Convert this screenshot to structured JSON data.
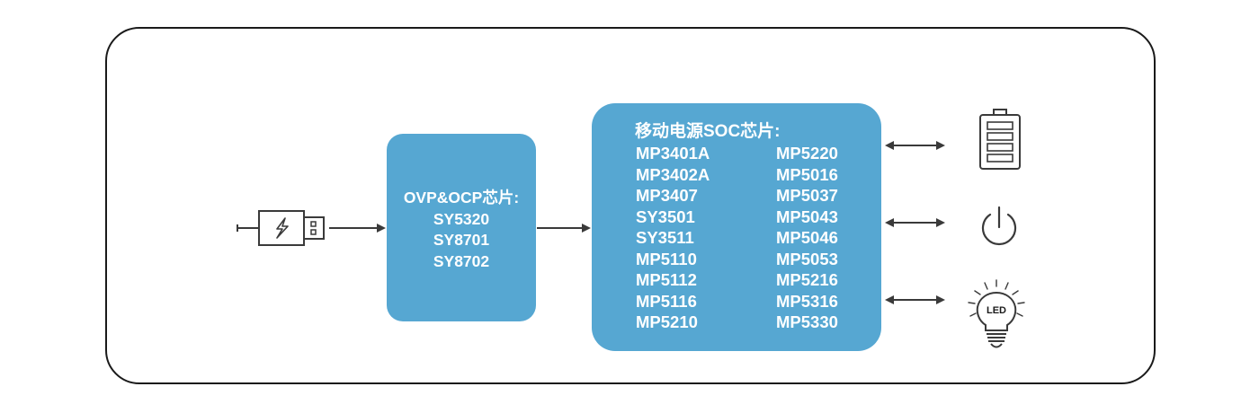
{
  "ovp_block": {
    "title": "OVP&OCP芯片:",
    "chips": [
      "SY5320",
      "SY8701",
      "SY8702"
    ]
  },
  "soc_block": {
    "title": "移动电源SOC芯片:",
    "chips_left": [
      "MP3401A",
      "MP3402A",
      "MP3407",
      "SY3501",
      "SY3511",
      "MP5110",
      "MP5112",
      "MP5116",
      "MP5210"
    ],
    "chips_right": [
      "MP5220",
      "MP5016",
      "MP5037",
      "MP5043",
      "MP5046",
      "MP5053",
      "MP5216",
      "MP5316",
      "MP5330"
    ]
  },
  "icons": {
    "input": "usb-plug-icon",
    "outputs": [
      "battery-icon",
      "power-icon",
      "led-bulb-icon"
    ]
  },
  "led_label": "LED",
  "colors": {
    "block_fill": "#56a7d2",
    "block_text": "#ffffff",
    "stroke": "#3a3a3a",
    "frame": "#1a1a1a"
  }
}
